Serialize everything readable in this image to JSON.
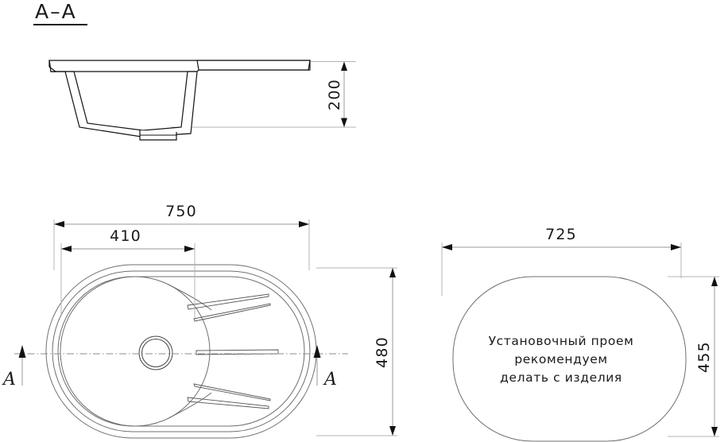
{
  "drawing": {
    "section_title": "A–A",
    "section_markers": {
      "left_label": "A",
      "right_label": "A"
    },
    "dimensions": {
      "section_height": "200",
      "plan_overall_width": "750",
      "plan_bowl_width": "410",
      "plan_depth": "480",
      "cutout_width": "725",
      "cutout_depth": "455"
    },
    "note": {
      "line1": "Установочный проем",
      "line2": "рекомендуем",
      "line3": "делать с изделия"
    },
    "colors": {
      "outline": "#6f6f6f",
      "section_stroke": "#111111",
      "dimension_line": "#9a9a9a",
      "text": "#1a1a1a",
      "background": "#ffffff"
    }
  }
}
